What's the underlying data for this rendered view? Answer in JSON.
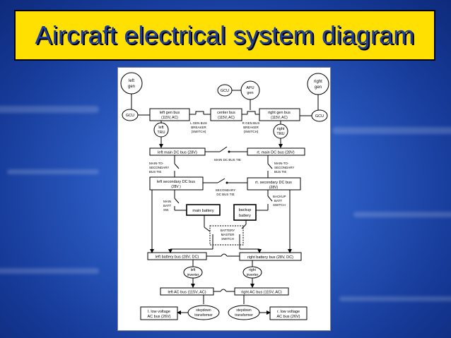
{
  "title": "Aircraft electrical system diagram",
  "nodes": {
    "left_gen": [
      "left",
      "gen"
    ],
    "right_gen": [
      "right",
      "gen"
    ],
    "gcu_top": "GCU",
    "apu_gen": [
      "APU",
      "gen"
    ],
    "gcu_left": "GCU",
    "gcu_right": "GCU",
    "left_gen_bus": [
      "left gen bus",
      "(115V, AC)"
    ],
    "center_bus": [
      "center bus",
      "(115V, AC)"
    ],
    "right_gen_bus": [
      "right gen bus",
      "(115V, AC)"
    ],
    "l_gen_breaker": [
      "L GEN BUS",
      "BREAKER",
      "(SWITCH)"
    ],
    "r_gen_breaker": [
      "R GEN BUS",
      "BREAKER",
      "(SWITCH)"
    ],
    "left_tru": [
      "left",
      "TRU"
    ],
    "right_tru": [
      "right",
      "TRU"
    ],
    "left_main_dc": "left main DC bus (28V)",
    "rt_main_dc": "rt. main DC bus (28V)",
    "main_dc_tie": "MAIN DC BUS TIE",
    "main_to_secondary_l": [
      "MAIN-TO-",
      "SECONDARY",
      "BUS TIE"
    ],
    "main_to_secondary_r": [
      "MAIN-TO-",
      "SECONDARY",
      "BUS TIE"
    ],
    "left_secondary_dc": [
      "left secondary DC bus",
      "(28V )"
    ],
    "rt_secondary_dc": [
      "rt. secondary DC bus",
      "(28V)"
    ],
    "secondary_dc_tie": [
      "SECONDARY",
      "DC BUS TIE"
    ],
    "main_batt_sw": [
      "MAIN",
      "BATT",
      "SW."
    ],
    "main_battery": "main battery",
    "backup_battery": [
      "backup",
      "battery"
    ],
    "backup_batt_switch": [
      "BACKUP",
      "BATT",
      "SWITCH"
    ],
    "battery_master": [
      "BATTERY",
      "MASTER",
      "SWITCH"
    ],
    "left_battery_bus": "left battery bus (28V, DC)",
    "right_battery_bus": "right battery bus (28V, DC)",
    "left_inverter": [
      "left",
      "inverter"
    ],
    "right_inverter": [
      "right",
      "inverter"
    ],
    "left_ac_bus": "left AC bus (115V, AC)",
    "right_ac_bus": "right AC bus (115V, AC)",
    "l_low_voltage": [
      "l. low voltage",
      "AC bus (26V)"
    ],
    "r_low_voltage": [
      "r. low voltage",
      "AC bus (26V)"
    ],
    "stepdown_l": [
      "stepdown",
      "transformer"
    ],
    "stepdown_r": [
      "stepdown",
      "transformer"
    ]
  }
}
